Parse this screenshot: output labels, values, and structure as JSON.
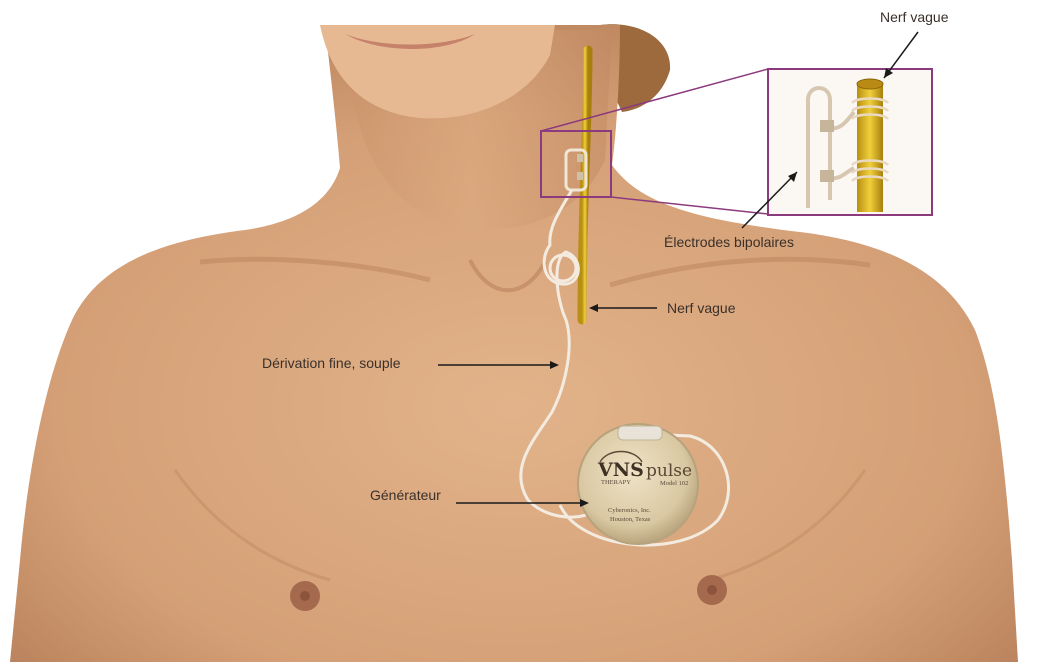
{
  "labels": {
    "vagus_nerve_top": "Nerf vague",
    "bipolar_electrodes": "Électrodes bipolaires",
    "vagus_nerve_mid": "Nerf vague",
    "lead": "Dérivation fine, souple",
    "generator": "Générateur"
  },
  "device": {
    "brand": "VNS",
    "brand_sub": "THERAPY",
    "model_name": "pulse",
    "model_number": "Model 102",
    "maker_line1": "Cyberonics, Inc.",
    "maker_line2": "Houston, Texas"
  },
  "colors": {
    "skin": "#d9a87f",
    "nerve": "#e2c23a",
    "callout": "#8b3a7e",
    "lead": "#f4ece2",
    "background": "#ffffff"
  }
}
